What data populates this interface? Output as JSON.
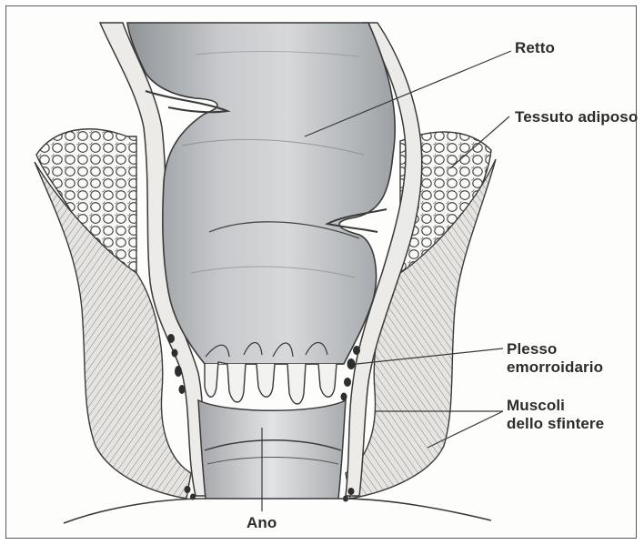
{
  "figure": {
    "labels": {
      "rectum": "Retto",
      "adipose_tissue": "Tessuto adiposo",
      "hemorrhoidal_plexus": "Plesso\nemorroidario",
      "sphincter_muscles": "Muscoli\ndello sfintere",
      "anus": "Ano"
    }
  },
  "colors": {
    "ink": "#3a3a3a",
    "label_text": "#2c2c2c",
    "lumen_shade": "#b9bcc0",
    "wall_fill": "#e9e9e7",
    "fat_fill": "#f6f6f4",
    "muscle_fill": "#dedcd8"
  }
}
